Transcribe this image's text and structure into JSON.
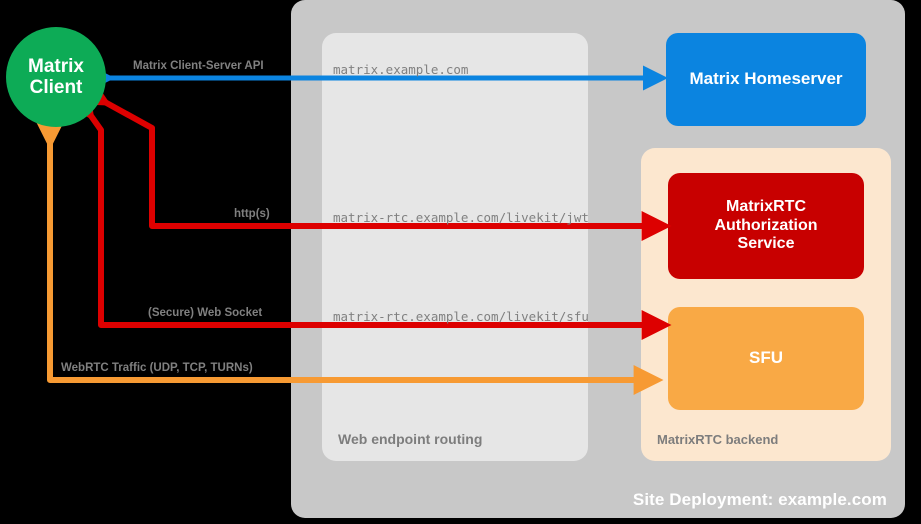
{
  "diagram": {
    "title": "Site Deployment: example.com",
    "containers": {
      "site_deployment": {
        "label": "Site Deployment: example.com",
        "color": "#c8c8c8"
      },
      "web_routing": {
        "label": "Web endpoint routing",
        "color": "#e6e6e6"
      },
      "rtc_backend": {
        "label": "MatrixRTC backend",
        "color": "#fce7cf"
      }
    },
    "nodes": {
      "client": {
        "line1": "Matrix",
        "line2": "Client",
        "color": "#0dab56"
      },
      "homeserver": {
        "label": "Matrix Homeserver",
        "color": "#0b84e0"
      },
      "auth_service": {
        "line1": "MatrixRTC",
        "line2": "Authorization",
        "line3": "Service",
        "color": "#c80000"
      },
      "sfu": {
        "label": "SFU",
        "color": "#f9a945"
      }
    },
    "flows": [
      {
        "id": "matrix-cs-api",
        "traffic_label": "Matrix Client-Server API",
        "endpoint_label": "matrix.example.com",
        "color": "#0b84e0",
        "direction": "bidirectional",
        "from": "client",
        "to": "homeserver"
      },
      {
        "id": "livekit-jwt",
        "traffic_label": "http(s)",
        "endpoint_label": "matrix-rtc.example.com/livekit/jwt",
        "color": "#dd0000",
        "direction": "bidirectional",
        "from": "client",
        "to": "auth_service"
      },
      {
        "id": "livekit-sfu-ws",
        "traffic_label": "(Secure) Web Socket",
        "endpoint_label": "matrix-rtc.example.com/livekit/sfu",
        "color": "#dd0000",
        "direction": "bidirectional",
        "from": "client",
        "to": "sfu"
      },
      {
        "id": "webrtc-media",
        "traffic_label": "WebRTC Traffic (UDP, TCP, TURNs)",
        "endpoint_label": "",
        "color": "#f79a33",
        "direction": "bidirectional",
        "from": "client",
        "to": "sfu"
      }
    ]
  }
}
